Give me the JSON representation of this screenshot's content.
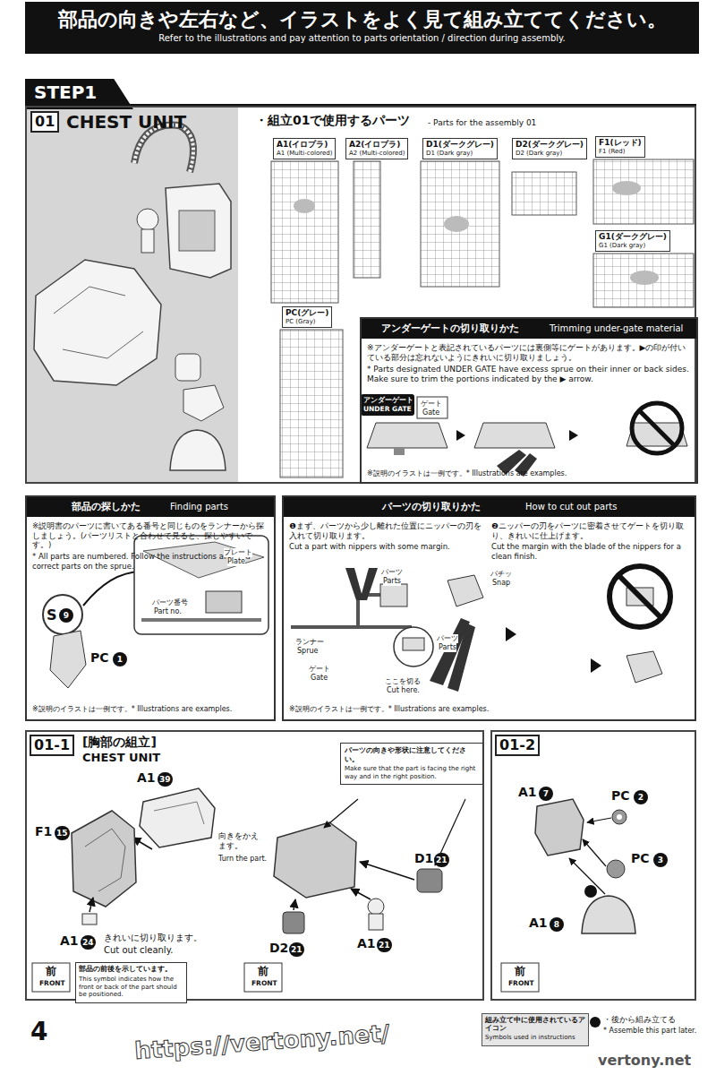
{
  "diagram": {
    "nodes": [
      {
        "text": [
          "部品の向きや左右など、イラストをよく見て組み立ててください。",
          "Refer to the illustrations and pay attention to parts orientation / direction during assembly."
        ]
      },
      {
        "text": [
          "STEP1"
        ]
      },
      {
        "text": [
          "01",
          "CHEST UNIT"
        ]
      },
      {
        "text": [
          "A1(イロプラ)",
          "A1 (Multi-colored)"
        ],
        "in": 2
      },
      {
        "text": [
          "A2(イロプラ)",
          "A2 (Multi-colored)"
        ],
        "in": 2
      },
      {
        "text": [
          "D1(ダークグレー)",
          "D1 (Dark gray)"
        ],
        "in": 2
      },
      {
        "text": [
          "D2(ダークグレー)",
          "D2 (Dark gray)"
        ],
        "in": 2
      },
      {
        "text": [
          "F1(レッド)",
          "F1 (Red)"
        ],
        "in": 2
      },
      {
        "text": [
          "G1(ダークグレー)",
          "G1 (Dark gray)"
        ],
        "in": 2
      },
      {
        "text": [
          "PC(グレー)",
          "PC (Gray)"
        ],
        "in": 2
      },
      {
        "text": [
          "アンダーゲートの切り取りかた",
          "Trimming under-gate material",
          "※アンダーゲートと表記されているパーツには裏側等にゲートがあります。▶の印が付いている部分は忘れないようにきれいに切り取りましょう。",
          "* Parts designated UNDER GATE have excess sprue on their inner or back sides. Make sure to trim the portions indicated by the ▶ arrow.",
          "※説明のイラストは一例です。* Illustrations are examples."
        ],
        "in": 2
      },
      {
        "text": [
          "部品の探しかた",
          "Finding parts",
          "※説明書のパーツに書いてある番号と同じものをランナーから探しましょう。(パーツリストと合わせて見ると、探しやすいです。)",
          "* All parts are numbered. Follow the instructions and find correct parts on the sprue.",
          "※説明のイラストは一例です。* Illustrations are examples."
        ]
      },
      {
        "text": [
          "パーツの切り取りかた",
          "How to cut out parts",
          "❶まず、パーツから少し離れた位置にニッパーの刃を入れて切り取ります。",
          "Cut a part with nippers with some margin.",
          "❷ニッパーの刃をパーツに密着させてゲートを切り取り、きれいに仕上げます。",
          "Cut the margin with the blade of the nippers for a clean finish.",
          "※説明のイラストは一例です。* Illustrations are examples."
        ]
      },
      {
        "text": [
          "01-1",
          "[胸部の組立]",
          "CHEST UNIT"
        ]
      },
      {
        "text": [
          "パーツの向きや形状に注意してください。",
          "Make sure that the part is facing the right way and in the right position."
        ],
        "in": 13
      },
      {
        "text": [
          "部品の前後を示しています。",
          "This symbol indicates how the front or back of the part should be positioned."
        ],
        "in": 13
      },
      {
        "text": [
          "01-2"
        ]
      },
      {
        "text": [
          "組み立て中に使用されているアイコン",
          "Symbols used in instructions"
        ]
      }
    ],
    "labels": [
      "・組立01で使用するパーツ",
      "- Parts for the assembly 01",
      "アンダーゲート",
      "UNDER GATE",
      "ゲート",
      "Gate",
      "S",
      "9",
      "PC",
      "1",
      "プレート",
      "Plate",
      "パーツ番号",
      "Part no.",
      "パーツ",
      "Parts",
      "ランナー",
      "Sprue",
      "ゲート",
      "Gate",
      "パーツ",
      "Parts",
      "ここを切る",
      "Cut here.",
      "パチッ",
      "Snap",
      "A1",
      "39",
      "F1",
      "15",
      "A1",
      "24",
      "きれいに切り取ります。",
      "Cut out cleanly.",
      "向きをかえます。",
      "Turn the part.",
      "D1",
      "21",
      "A1",
      "21",
      "D2",
      "21",
      "前",
      "FRONT",
      "前",
      "FRONT",
      "前",
      "FRONT",
      "A1",
      "7",
      "PC",
      "2",
      "PC",
      "3",
      "A1",
      "8",
      "4",
      "・後から組み立てる",
      "* Assemble this part later.",
      "https://vertony.net/",
      "vertony.net"
    ]
  }
}
